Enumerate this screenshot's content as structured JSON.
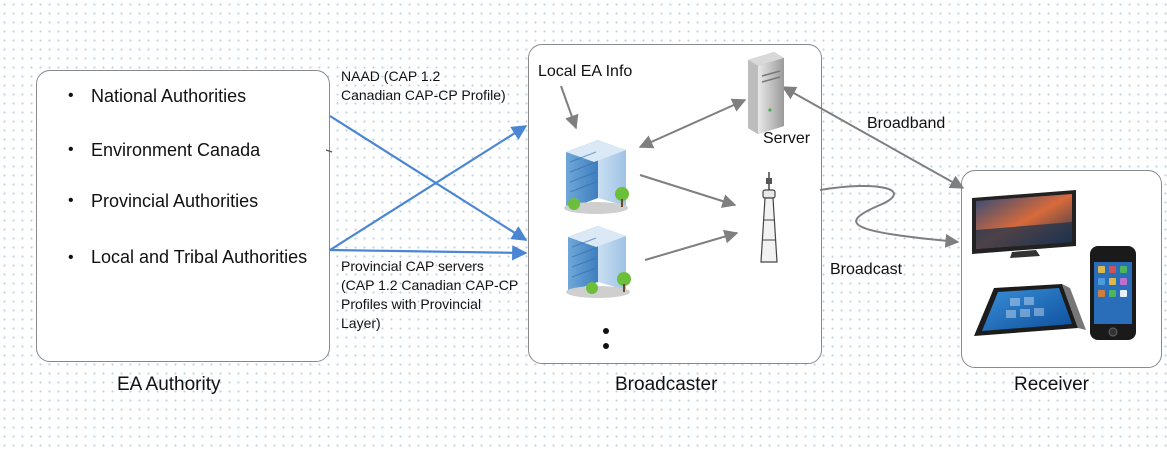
{
  "ea_authority": {
    "caption": "EA Authority",
    "items": [
      "National Authorities",
      "Environment Canada",
      "Provincial Authorities",
      "Local and Tribal Authorities"
    ]
  },
  "feeds": {
    "naad_line1": "NAAD (CAP 1.2",
    "naad_line2": "Canadian CAP-CP Profile)",
    "prov_line1": "Provincial CAP servers",
    "prov_line2": "(CAP 1.2 Canadian CAP-CP",
    "prov_line3": "Profiles with Provincial",
    "prov_line4": "Layer)"
  },
  "broadcaster": {
    "caption": "Broadcaster",
    "local_info": "Local EA Info",
    "server_label": "Server"
  },
  "links": {
    "broadband": "Broadband",
    "broadcast": "Broadcast"
  },
  "receiver": {
    "caption": "Receiver"
  },
  "colors": {
    "feed_arrow": "#4a86d4",
    "internal_arrow": "#7f7f7f",
    "panel_border": "#8a8a8a"
  }
}
